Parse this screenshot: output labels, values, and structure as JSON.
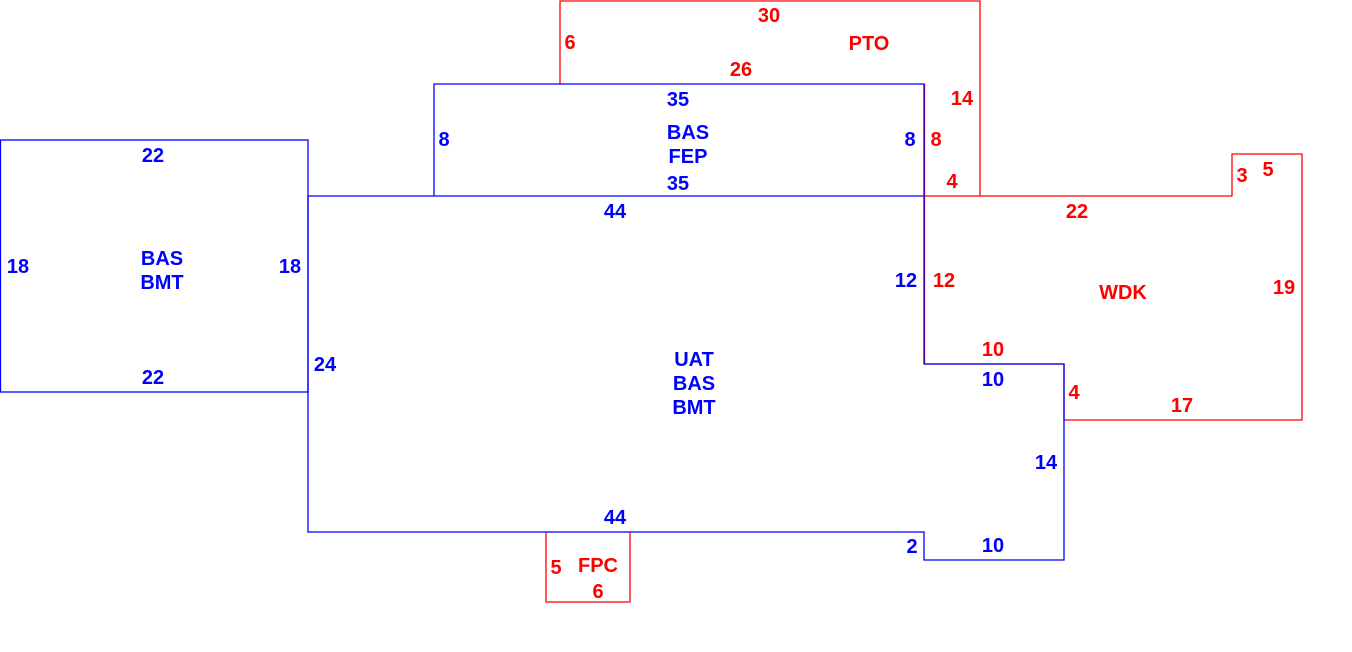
{
  "colors": {
    "living": "#0000ff",
    "exterior": "#ff0000"
  },
  "areas": {
    "pto": {
      "label": "PTO",
      "dims": [
        "30",
        "6",
        "26",
        "14",
        "8",
        "4"
      ]
    },
    "fep": {
      "label1": "BAS",
      "label2": "FEP",
      "dims": [
        "35",
        "8",
        "8",
        "35"
      ]
    },
    "bmt_left": {
      "label1": "BAS",
      "label2": "BMT",
      "dims": [
        "22",
        "18",
        "18",
        "22"
      ]
    },
    "main": {
      "label1": "UAT",
      "label2": "BAS",
      "label3": "BMT",
      "dims": [
        "44",
        "12",
        "10",
        "14",
        "10",
        "2",
        "44",
        "24"
      ]
    },
    "wdk": {
      "label": "WDK",
      "dims": [
        "22",
        "3",
        "5",
        "19",
        "17",
        "4",
        "10",
        "12"
      ]
    },
    "fpc": {
      "label": "FPC",
      "dims": [
        "5",
        "6"
      ]
    }
  }
}
